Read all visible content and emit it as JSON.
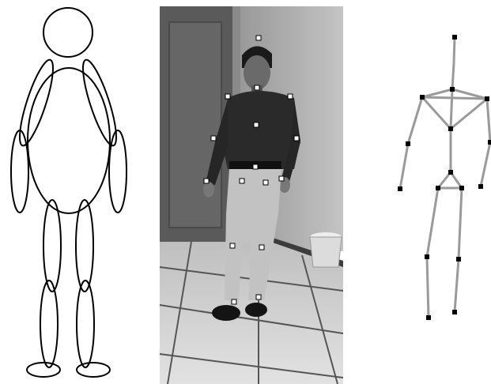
{
  "figure": {
    "panels": [
      {
        "id": "body-outline-model",
        "kind": "ellipse body model"
      },
      {
        "id": "walking-person-photo",
        "kind": "grayscale photograph with white joint markers"
      },
      {
        "id": "stick-figure-skeleton",
        "kind": "stick skeleton with black joint markers"
      }
    ],
    "colors": {
      "outline_stroke": "#000000",
      "marker_white": "#ffffff",
      "marker_black": "#000000",
      "bone_gray": "#9a9a9a",
      "photo_wall": "#b8b8b8",
      "photo_floor": "#d6d6d6",
      "shirt": "#2a2a2a",
      "pants": "#bdbdbd"
    }
  }
}
